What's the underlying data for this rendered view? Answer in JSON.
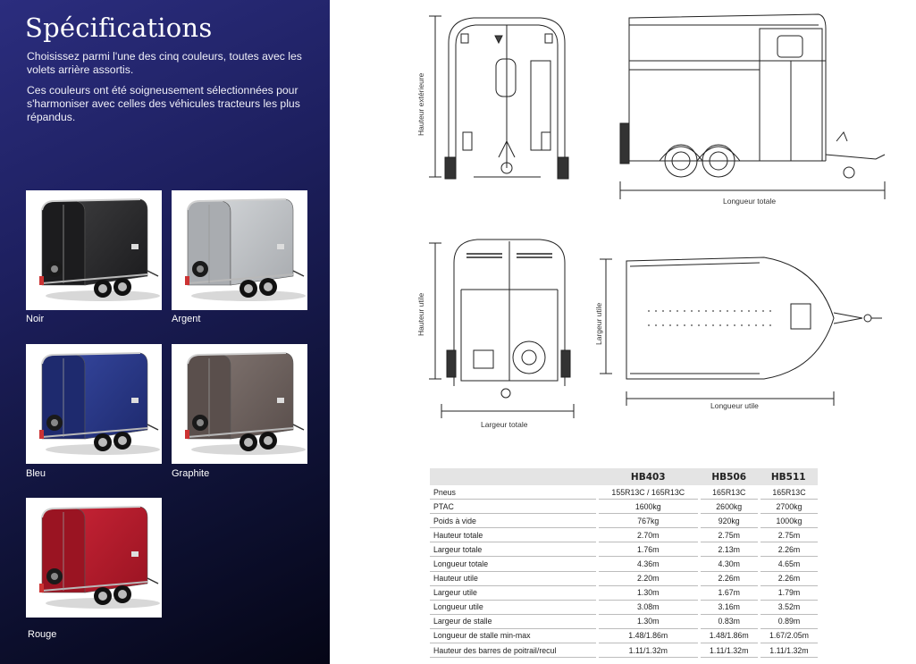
{
  "left": {
    "title": "Spécifications",
    "paragraph1": "Choisissez parmi l'une des cinq couleurs, toutes avec les volets arrière assortis.",
    "paragraph2": "Ces couleurs ont été soigneusement sélectionnées pour s'harmoniser avec celles des véhicules tracteurs les plus répandus."
  },
  "colors": [
    {
      "label": "Noir",
      "body": "#1c1c1e",
      "shade": "#3a3a3c"
    },
    {
      "label": "Argent",
      "body": "#a9acb0",
      "shade": "#cfd2d5"
    },
    {
      "label": "Bleu",
      "body": "#1e2a6e",
      "shade": "#33449a"
    },
    {
      "label": "Graphite",
      "body": "#5a4f4c",
      "shade": "#7d716d"
    },
    {
      "label": "Rouge",
      "body": "#9a1422",
      "shade": "#c42234"
    }
  ],
  "drawings": {
    "hauteur_exterieure": "Hauteur extérieure",
    "longueur_totale": "Longueur totale",
    "hauteur_utile": "Hauteur utile",
    "largeur_totale": "Largeur totale",
    "largeur_utile": "Largeur utile",
    "longueur_utile": "Longueur utile"
  },
  "table": {
    "columns": [
      "HB403",
      "HB506",
      "HB511"
    ],
    "rows": [
      {
        "label": "Pneus",
        "values": [
          "155R13C / 165R13C",
          "165R13C",
          "165R13C"
        ]
      },
      {
        "label": "PTAC",
        "values": [
          "1600kg",
          "2600kg",
          "2700kg"
        ]
      },
      {
        "label": "Poids à vide",
        "values": [
          "767kg",
          "920kg",
          "1000kg"
        ]
      },
      {
        "label": "Hauteur totale",
        "values": [
          "2.70m",
          "2.75m",
          "2.75m"
        ]
      },
      {
        "label": "Largeur totale",
        "values": [
          "1.76m",
          "2.13m",
          "2.26m"
        ]
      },
      {
        "label": "Longueur totale",
        "values": [
          "4.36m",
          "4.30m",
          "4.65m"
        ]
      },
      {
        "label": "Hauteur utile",
        "values": [
          "2.20m",
          "2.26m",
          "2.26m"
        ]
      },
      {
        "label": "Largeur utile",
        "values": [
          "1.30m",
          "1.67m",
          "1.79m"
        ]
      },
      {
        "label": "Longueur utile",
        "values": [
          "3.08m",
          "3.16m",
          "3.52m"
        ]
      },
      {
        "label": "Largeur de stalle",
        "values": [
          "1.30m",
          "0.83m",
          "0.89m"
        ]
      },
      {
        "label": "Longueur de stalle min-max",
        "values": [
          "1.48/1.86m",
          "1.48/1.86m",
          "1.67/2.05m"
        ]
      },
      {
        "label": "Hauteur des barres de poitrail/recul",
        "values": [
          "1.11/1.32m",
          "1.11/1.32m",
          "1.11/1.32m"
        ]
      }
    ]
  }
}
